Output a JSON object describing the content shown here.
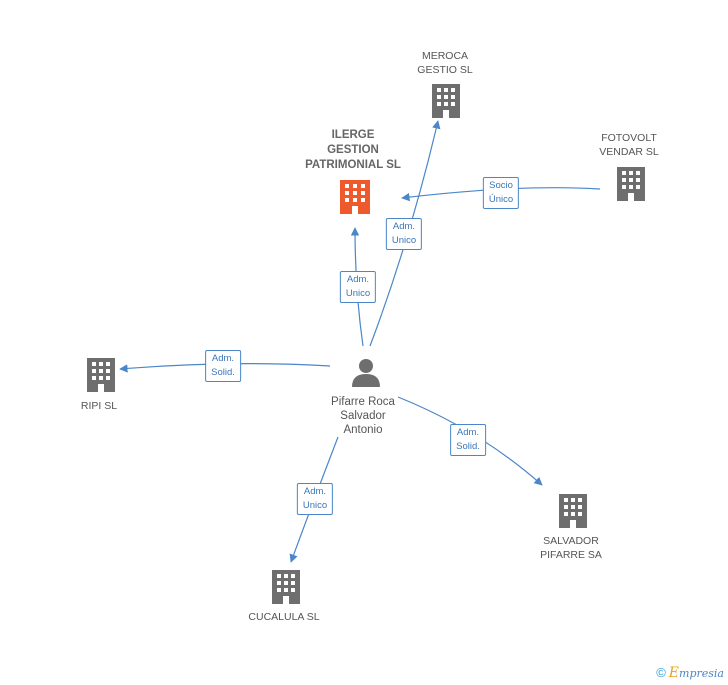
{
  "colors": {
    "edge": "#4a86c8",
    "building": "#6e6e6e",
    "building_main": "#ee5a2b",
    "person": "#6e6e6e"
  },
  "nodes": {
    "ilerge": {
      "lines": [
        "ILERGE",
        "GESTION",
        "PATRIMONIAL SL"
      ],
      "icon": "building-icon"
    },
    "meroca": {
      "lines": [
        "MEROCA",
        "GESTIO SL"
      ],
      "icon": "building-icon"
    },
    "fotovolt": {
      "lines": [
        "FOTOVOLT",
        "VENDAR SL"
      ],
      "icon": "building-icon"
    },
    "ripi": {
      "lines": [
        "RIPI SL"
      ],
      "icon": "building-icon"
    },
    "person": {
      "lines": [
        "Pifarre Roca",
        "Salvador",
        "Antonio"
      ],
      "icon": "person-icon"
    },
    "salvador": {
      "lines": [
        "SALVADOR",
        "PIFARRE SA"
      ],
      "icon": "building-icon"
    },
    "cucalula": {
      "lines": [
        "CUCALULA SL"
      ],
      "icon": "building-icon"
    }
  },
  "edges": {
    "fotovolt_ilerge": [
      "Socio",
      "Único"
    ],
    "person_meroca": [
      "Adm.",
      "Unico"
    ],
    "person_ilerge": [
      "Adm.",
      "Unico"
    ],
    "person_ripi": [
      "Adm.",
      "Solid."
    ],
    "person_salvador": [
      "Adm.",
      "Solid."
    ],
    "person_cucalula": [
      "Adm.",
      "Unico"
    ]
  },
  "footer": {
    "copyright": "©",
    "brand_initial": "E",
    "brand_rest": "mpresia"
  }
}
